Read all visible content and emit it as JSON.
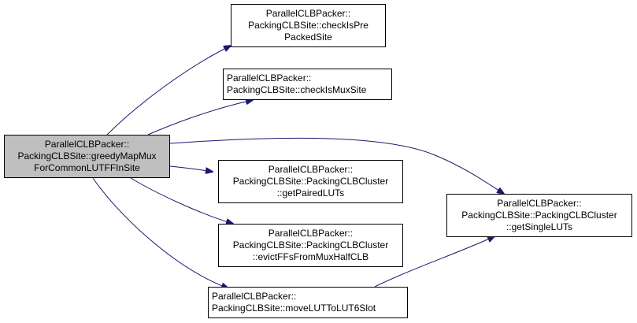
{
  "colors": {
    "edge": "#191970",
    "root_fill": "#bfbfbf",
    "node_fill": "#ffffff",
    "border": "#000000"
  },
  "nodes": [
    {
      "id": "greedy",
      "lines": [
        "ParallelCLBPacker::",
        "PackingCLBSite::greedyMapMux",
        "ForCommonLUTFFInSite"
      ]
    },
    {
      "id": "checkIsPrePacked",
      "lines": [
        "ParallelCLBPacker::",
        "PackingCLBSite::checkIsPre",
        "PackedSite"
      ]
    },
    {
      "id": "checkIsMux",
      "lines": [
        "ParallelCLBPacker::",
        "PackingCLBSite::checkIsMuxSite"
      ]
    },
    {
      "id": "getPaired",
      "lines": [
        "ParallelCLBPacker::",
        "PackingCLBSite::PackingCLBCluster",
        "::getPairedLUTs"
      ]
    },
    {
      "id": "evict",
      "lines": [
        "ParallelCLBPacker::",
        "PackingCLBSite::PackingCLBCluster",
        "::evictFFsFromMuxHalfCLB"
      ]
    },
    {
      "id": "moveLUT",
      "lines": [
        "ParallelCLBPacker::",
        "PackingCLBSite::moveLUTToLUT6Slot"
      ]
    },
    {
      "id": "getSingle",
      "lines": [
        "ParallelCLBPacker::",
        "PackingCLBSite::PackingCLBCluster",
        "::getSingleLUTs"
      ]
    }
  ],
  "edges": [
    {
      "from": "greedy",
      "to": "checkIsPrePacked"
    },
    {
      "from": "greedy",
      "to": "checkIsMux"
    },
    {
      "from": "greedy",
      "to": "getSingle"
    },
    {
      "from": "greedy",
      "to": "getPaired"
    },
    {
      "from": "greedy",
      "to": "evict"
    },
    {
      "from": "greedy",
      "to": "moveLUT"
    },
    {
      "from": "moveLUT",
      "to": "getSingle"
    }
  ]
}
